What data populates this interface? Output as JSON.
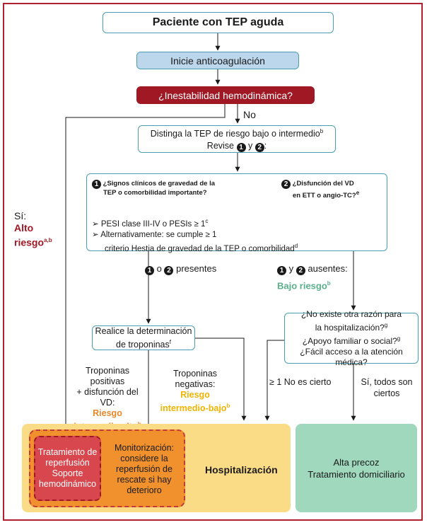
{
  "title_box": "Paciente con TEP aguda",
  "anticoag_box": "Inicie anticoagulación",
  "instability_box": "¿Inestabilidad hemodinámica?",
  "no_label": "No",
  "distinguish": {
    "line1": "Distinga la TEP de riesgo bajo o intermedio",
    "line1_sup": "b",
    "line2_pre": "Revise",
    "line2_mid": "y",
    "line2_post": ":"
  },
  "markers": {
    "one": "1",
    "two": "2"
  },
  "criteria": {
    "one_title_l1": "¿Signos clínicos de gravedad de la",
    "one_title_l2": "TEP o comorbilidad importante?",
    "two_title_l1": "¿Disfunción del VD",
    "two_title_l2": "en ETT o angio-TC?",
    "two_sup": "e",
    "bullet1": "PESI clase III-IV o PESIs ≥ 1",
    "bullet1_sup": "c",
    "bullet2_l1": "Alternativamente: se cumple ≥ 1",
    "bullet2_l2": "criterio Hestia de gravedad de la TEP o comorbilidad",
    "bullet2_sup": "d",
    "arrow_glyph": "➢"
  },
  "high_risk": {
    "si": "Sí:",
    "alto": "Alto",
    "riesgo": "riesgo",
    "sup": "a,b"
  },
  "present_label": "presentes",
  "present_mid": "o",
  "absent": {
    "mid": "y",
    "label": "ausentes:",
    "risk": "Bajo riesgo",
    "sup": "b"
  },
  "troponin_box": {
    "l1": "Realice la determinación",
    "l2": "de troponinas",
    "sup": "f"
  },
  "hosp_questions": {
    "q1_l1": "¿No existe otra razón para",
    "q1_l2": "la hospitalización?",
    "q1_sup": "g",
    "q2": "¿Apoyo familiar o social?",
    "q2_sup": "g",
    "q3": "¿Fácil acceso a la atención médica?"
  },
  "trop_pos": {
    "l1": "Troponinas positivas",
    "l2": "+ disfunción del VD:",
    "l3": "Riesgo",
    "l4": "intermedio-alto",
    "sup": "b"
  },
  "trop_neg": {
    "l1": "Troponinas negativas:",
    "l2": "Riesgo",
    "l3": "intermedio-bajo",
    "sup": "b"
  },
  "not_true": "≥ 1 No es cierto",
  "all_true_l1": "Sí, todos son",
  "all_true_l2": "ciertos",
  "reperfusion": {
    "l1": "Tratamiento de",
    "l2": "reperfusión",
    "l3": "Soporte",
    "l4": "hemodinámico"
  },
  "monitoring": {
    "l1": "Monitorización:",
    "l2": "considere la",
    "l3": "reperfusión de",
    "l4": "rescate si hay",
    "l5": "deterioro"
  },
  "hospitalization": "Hospitalización",
  "discharge": {
    "l1": "Alta precoz",
    "l2": "Tratamiento domiciliario"
  },
  "colors": {
    "frame": "#b02030",
    "title_border": "#4a9fb0",
    "anticoag_fill": "#bcd6ec",
    "instability_fill": "#a01824",
    "hosp_fill": "#fbdc86",
    "icu_fill": "#f0912e",
    "reperf_fill": "#d8474e",
    "discharge_fill": "#9fd8bd",
    "low_risk": "#5bb08c",
    "intermediate_high": "#e8882a",
    "intermediate_low": "#f0b400"
  }
}
